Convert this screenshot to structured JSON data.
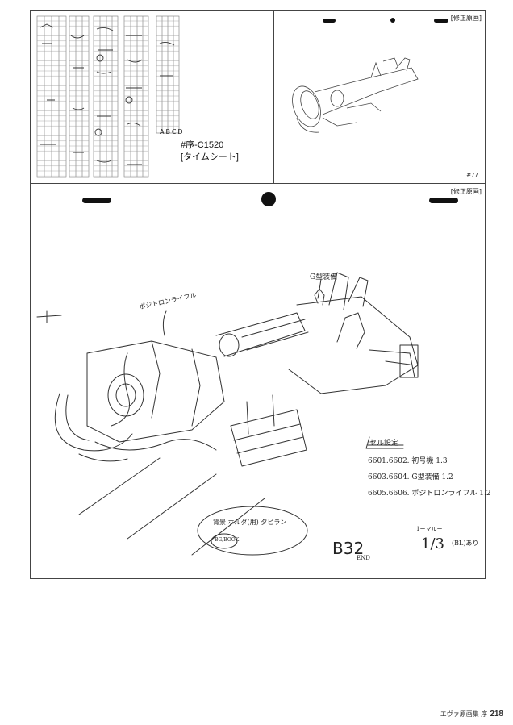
{
  "top_left": {
    "cut_caption": "#序-C1520",
    "sheet_caption": "[タイムシート]",
    "column_header": "ABCD"
  },
  "top_right": {
    "label": "[修正原画]",
    "corner_note": "#77"
  },
  "main": {
    "label": "[修正原画]",
    "annotations": {
      "rifle": "ポジトロンライフル",
      "unit": "G型装備",
      "cel_title": "セル設定",
      "cel_line1": "6601.6602. 初号機  1.3",
      "cel_line2": "6603.6604. G型装備  1.2",
      "cel_line3": "6605.6606. ポジトロンライフル  1.2",
      "memo": "背景 ホルダ(用) 夕ピラン",
      "memo_sub": "BG/BOOK",
      "end_mark": "B32",
      "end_label": "END",
      "frame_count_top": "1ーマルー",
      "frame_count": "1/3",
      "suffix_note": "(BL)あり"
    }
  },
  "footer": {
    "book_title": "エヴァ原画集 序",
    "page_number": "218"
  }
}
